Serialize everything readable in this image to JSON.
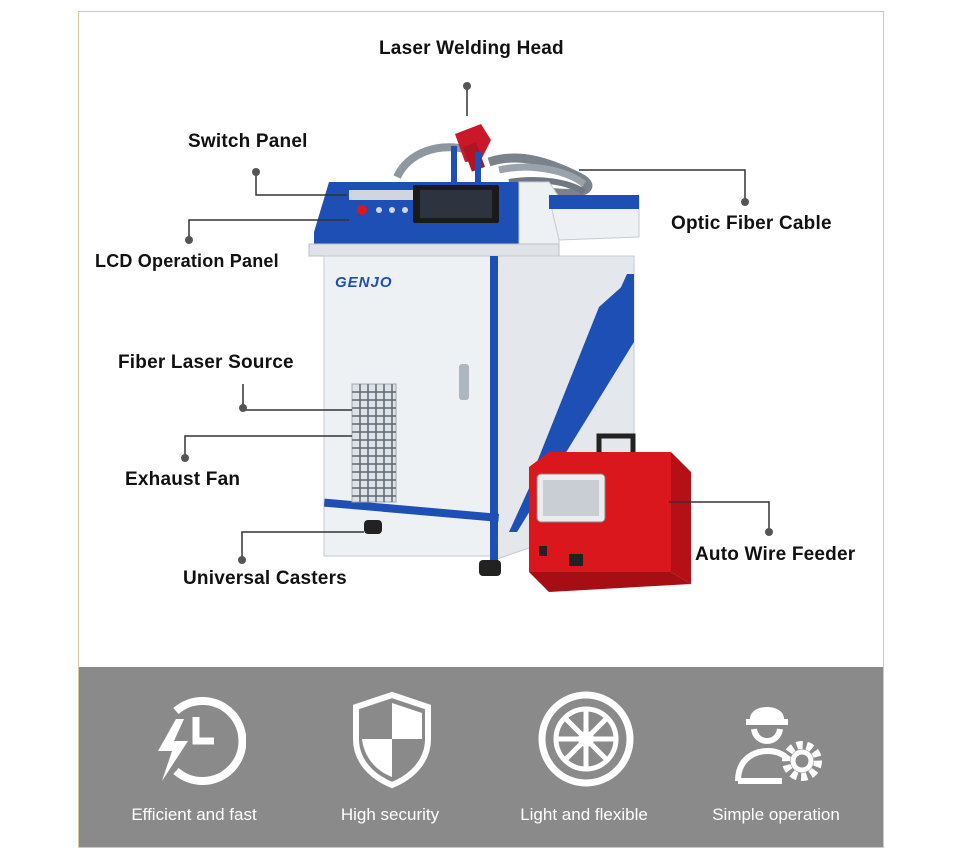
{
  "labels": {
    "laser_welding_head": "Laser Welding Head",
    "switch_panel": "Switch Panel",
    "optic_fiber_cable": "Optic Fiber Cable",
    "lcd_operation_panel": "LCD Operation Panel",
    "fiber_laser_source": "Fiber Laser Source",
    "exhaust_fan": "Exhaust Fan",
    "universal_casters": "Universal Casters",
    "auto_wire_feeder": "Auto Wire Feeder"
  },
  "brand": "GENJO",
  "features": [
    {
      "label": "Efficient and fast",
      "icon": "clock-lightning-icon"
    },
    {
      "label": "High security",
      "icon": "shield-icon"
    },
    {
      "label": "Light and flexible",
      "icon": "wheel-icon"
    },
    {
      "label": "Simple operation",
      "icon": "worker-gear-icon"
    }
  ],
  "colors": {
    "machine_blue": "#1e4fb4",
    "machine_white": "#eef1f4",
    "feeder_red": "#d9171c",
    "feature_band": "#8a8a8a",
    "frame_border": "#d6c9a0"
  }
}
